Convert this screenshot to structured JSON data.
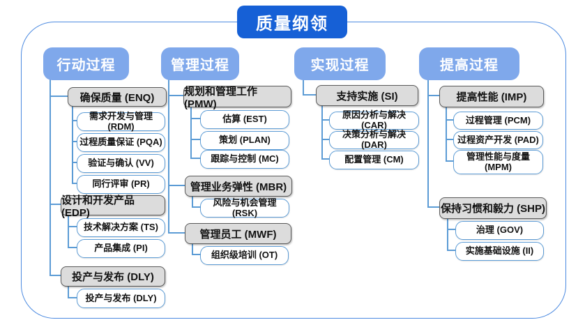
{
  "title": "质量纲领",
  "columns": [
    {
      "header": "行动过程",
      "groups": [
        {
          "label": "确保质量 (ENQ)",
          "children": [
            "需求开发与管理 (RDM)",
            "过程质量保证 (PQA)",
            "验证与确认 (VV)",
            "同行评审 (PR)"
          ]
        },
        {
          "label": "设计和开发产品 (EDP)",
          "children": [
            "技术解决方案 (TS)",
            "产品集成 (PI)"
          ]
        },
        {
          "label": "投产与发布 (DLY)",
          "children": [
            "投产与发布 (DLY)"
          ]
        }
      ]
    },
    {
      "header": "管理过程",
      "groups": [
        {
          "label": "规划和管理工作 (PMW)",
          "children": [
            "估算 (EST)",
            "策划 (PLAN)",
            "跟踪与控制 (MC)"
          ]
        },
        {
          "label": "管理业务弹性 (MBR)",
          "children": [
            "风险与机会管理 (RSK)"
          ]
        },
        {
          "label": "管理员工 (MWF)",
          "children": [
            "组织级培训 (OT)"
          ]
        }
      ]
    },
    {
      "header": "实现过程",
      "groups": [
        {
          "label": "支持实施 (SI)",
          "children": [
            "原因分析与解决 (CAR)",
            "决策分析与解决 (DAR)",
            "配置管理 (CM)"
          ]
        }
      ]
    },
    {
      "header": "提高过程",
      "groups": [
        {
          "label": "提高性能 (IMP)",
          "children": [
            "过程管理 (PCM)",
            "过程资产开发 (PAD)",
            "管理性能与度量 (MPM)"
          ]
        },
        {
          "label": "保持习惯和毅力 (SHP)",
          "children": [
            "治理 (GOV)",
            "实施基础设施 (II)"
          ]
        }
      ]
    }
  ],
  "colors": {
    "title_bg": "#1660d6",
    "header_bg": "#7fa8eb",
    "connector": "#5b9bd5",
    "gray_box_bg": "#dcdcdc",
    "gray_box_border": "#595959",
    "white_box_border": "#5b9bd5",
    "container_border": "#4a89e0"
  }
}
